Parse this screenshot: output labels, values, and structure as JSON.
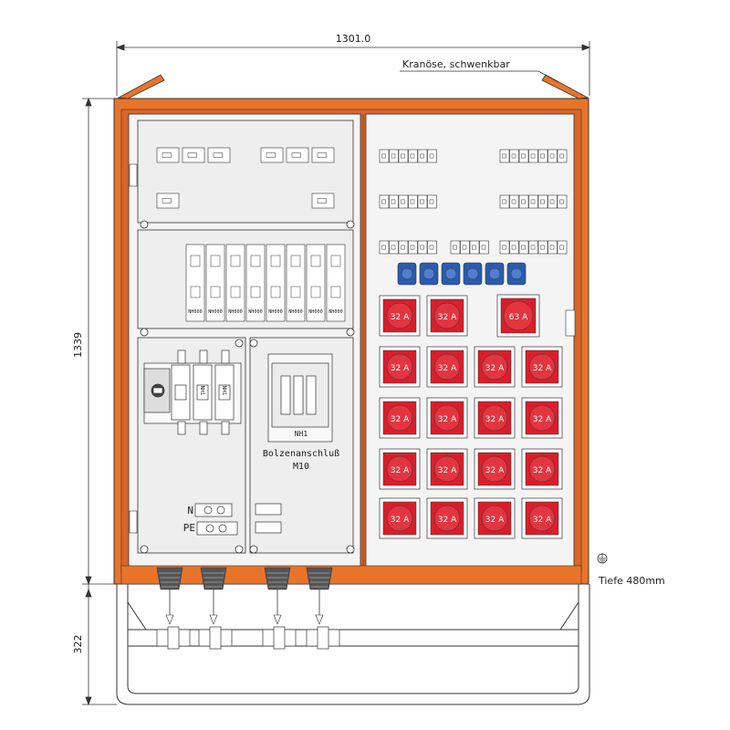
{
  "dimensions": {
    "width": "1301.0",
    "height": "1339",
    "stand_height": "322",
    "depth": "Tiefe 480mm"
  },
  "annotations": {
    "crane_eye": "Kranöse, schwenkbar",
    "bolt_connection_line1": "Bolzenanschluß",
    "bolt_connection_line2": "M10",
    "nh_fuse_label": "NH1",
    "neutral_label": "N",
    "pe_label": "PE",
    "switch_fuse_label": "NH1",
    "switch_fuse_label_b": "NH1",
    "fuse_base_label": "NH000"
  },
  "sockets": {
    "cee32_label": "32 A",
    "cee63_label": "63 A",
    "cee32_count": 18,
    "cee63_count": 1,
    "schuko_count": 6
  },
  "colors": {
    "enclosure": "#e8742a",
    "socket_red": "#d91e2b",
    "schuko_blue": "#2a5bb0",
    "panel": "#f2f2f2",
    "line": "#333333"
  }
}
